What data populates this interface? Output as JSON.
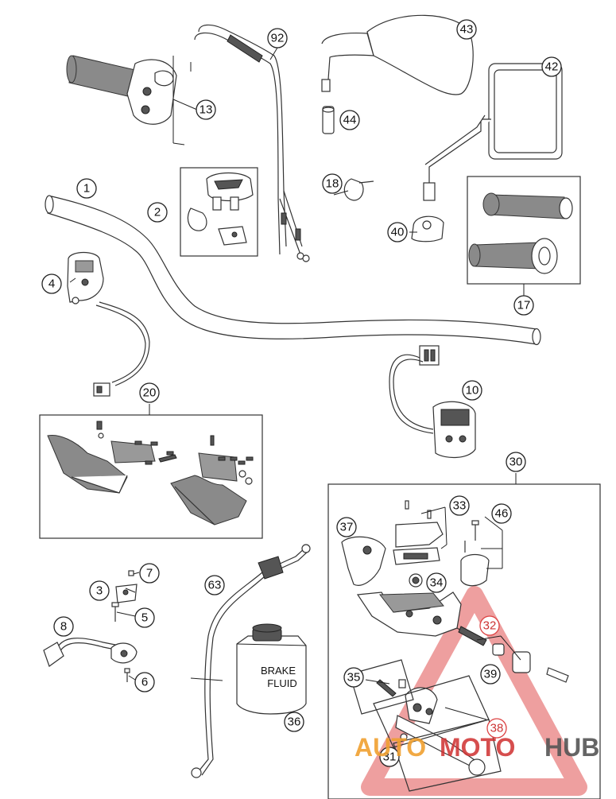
{
  "diagram": {
    "callouts": [
      {
        "id": "c1",
        "label": "1"
      },
      {
        "id": "c2",
        "label": "2"
      },
      {
        "id": "c3",
        "label": "3"
      },
      {
        "id": "c4",
        "label": "4"
      },
      {
        "id": "c5",
        "label": "5"
      },
      {
        "id": "c6",
        "label": "6"
      },
      {
        "id": "c7",
        "label": "7"
      },
      {
        "id": "c8",
        "label": "8"
      },
      {
        "id": "c10",
        "label": "10"
      },
      {
        "id": "c13",
        "label": "13"
      },
      {
        "id": "c17",
        "label": "17"
      },
      {
        "id": "c18",
        "label": "18"
      },
      {
        "id": "c20",
        "label": "20"
      },
      {
        "id": "c30",
        "label": "30"
      },
      {
        "id": "c31",
        "label": "31"
      },
      {
        "id": "c32",
        "label": "32"
      },
      {
        "id": "c33",
        "label": "33"
      },
      {
        "id": "c34",
        "label": "34"
      },
      {
        "id": "c35",
        "label": "35"
      },
      {
        "id": "c36",
        "label": "36"
      },
      {
        "id": "c37",
        "label": "37"
      },
      {
        "id": "c38",
        "label": "38"
      },
      {
        "id": "c39",
        "label": "39"
      },
      {
        "id": "c40",
        "label": "40"
      },
      {
        "id": "c42",
        "label": "42"
      },
      {
        "id": "c43",
        "label": "43"
      },
      {
        "id": "c44",
        "label": "44"
      },
      {
        "id": "c46",
        "label": "46"
      },
      {
        "id": "c63",
        "label": "63"
      },
      {
        "id": "c92",
        "label": "92"
      }
    ],
    "brake_fluid_label": [
      "BRAKE",
      "FLUID"
    ],
    "watermark": {
      "part1": "AUTO",
      "part2": "MOTO",
      "part3": "HUB"
    },
    "colors": {
      "watermark_orange": "#f0a030",
      "watermark_red": "#d03030",
      "watermark_gray": "#555555"
    }
  }
}
